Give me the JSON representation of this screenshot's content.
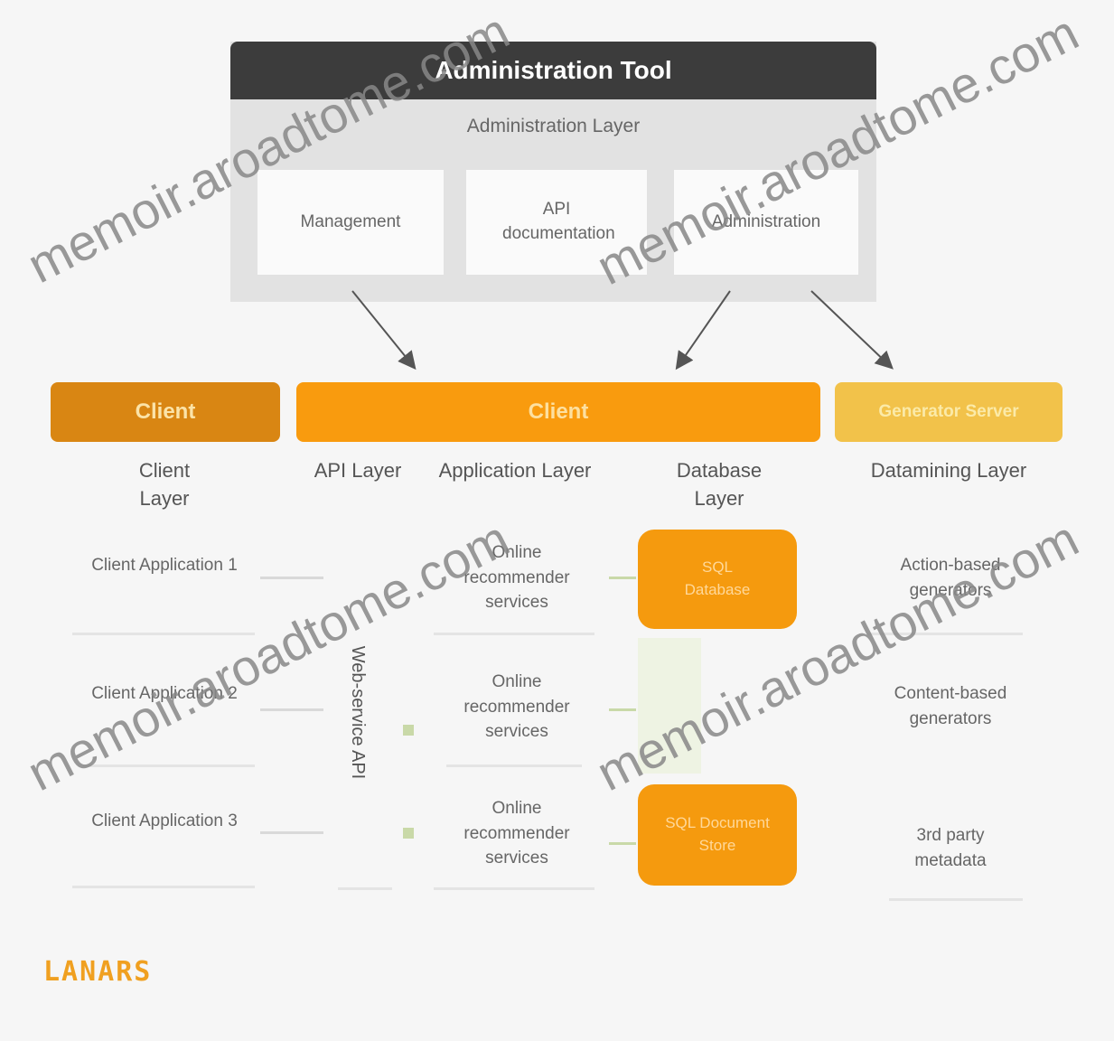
{
  "admin": {
    "title": "Administration Tool",
    "layer_label": "Administration Layer",
    "boxes": [
      "Management",
      "API documentation",
      "Administration"
    ]
  },
  "bands": {
    "left": "Client",
    "middle": "Client",
    "right": "Generator Server"
  },
  "columns": {
    "client": "Client Layer",
    "api": "API Layer",
    "application": "Application Layer",
    "database": "Database Layer",
    "datamining": "Datamining Layer"
  },
  "rows": {
    "clients": [
      "Client Application 1",
      "Client Application 2",
      "Client Application 3"
    ],
    "services": [
      "Online recommender services",
      "Online recommender services",
      "Online recommender services"
    ],
    "generators": [
      "Action-based generators",
      "Content-based generators",
      "3rd party metadata"
    ]
  },
  "vertical_api": "Web-service API",
  "databases": [
    "SQL Database",
    "SQL Document Store"
  ],
  "logo": "LANARS",
  "watermark": "memoir.aroadtome.com",
  "colors": {
    "dark_header": "#3c3c3c",
    "band_dark_orange": "#d98613",
    "band_orange": "#f99b0e",
    "band_yellow": "#f2c24a",
    "db_orange": "#f59a0e",
    "panel_gray": "#e2e2e2"
  }
}
